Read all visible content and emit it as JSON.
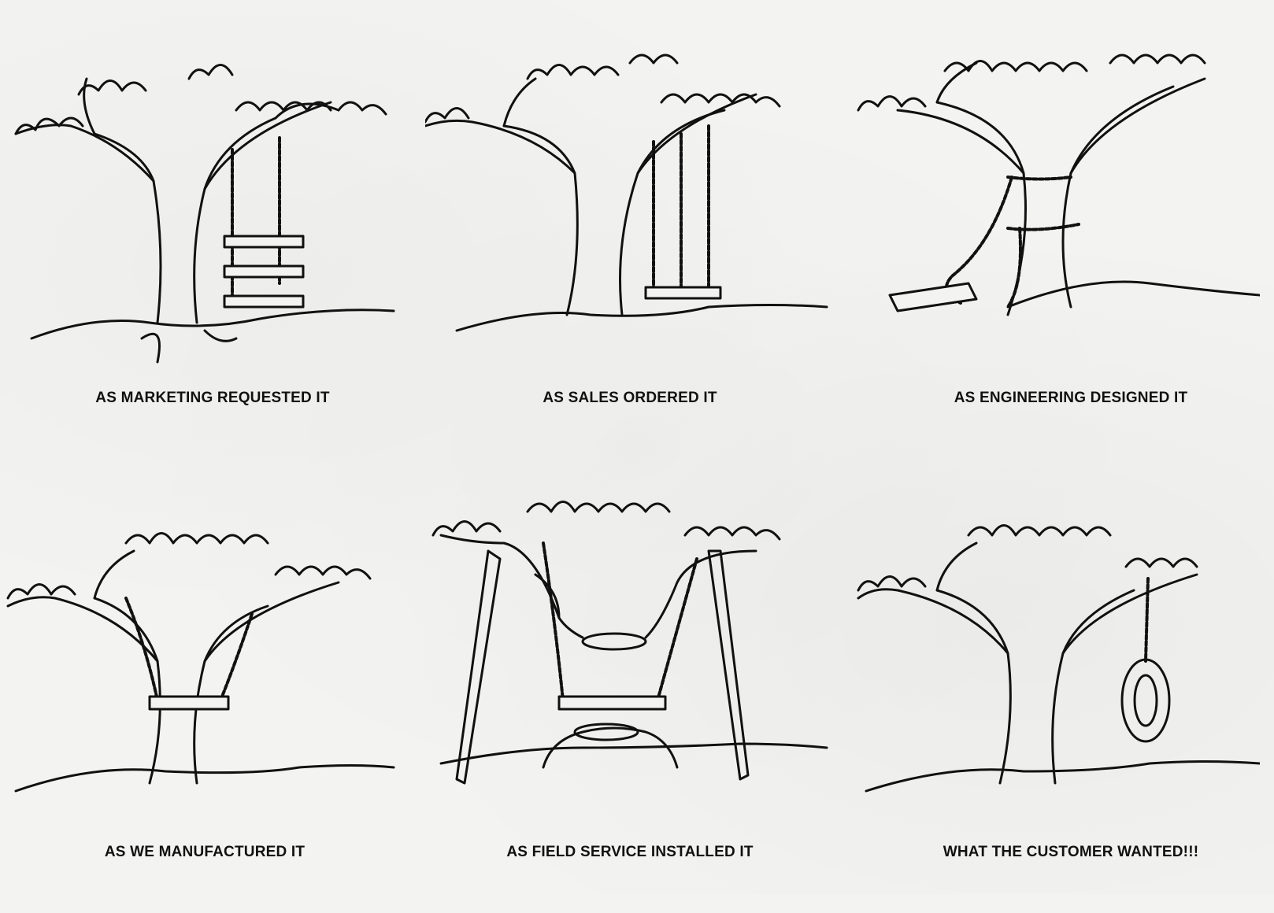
{
  "title": "Tree Swing Cartoon",
  "panels": [
    {
      "caption": "AS MARKETING REQUESTED IT",
      "depiction": "three-tier ladder swing"
    },
    {
      "caption": "AS SALES ORDERED IT",
      "depiction": "three-rope swing"
    },
    {
      "caption": "AS ENGINEERING DESIGNED IT",
      "depiction": "swing tied around trunk"
    },
    {
      "caption": "AS WE MANUFACTURED IT",
      "depiction": "swing through trunk"
    },
    {
      "caption": "AS FIELD SERVICE INSTALLED IT",
      "depiction": "swing on cut tree with props"
    },
    {
      "caption": "WHAT THE CUSTOMER WANTED!!!",
      "depiction": "tire swing"
    }
  ]
}
